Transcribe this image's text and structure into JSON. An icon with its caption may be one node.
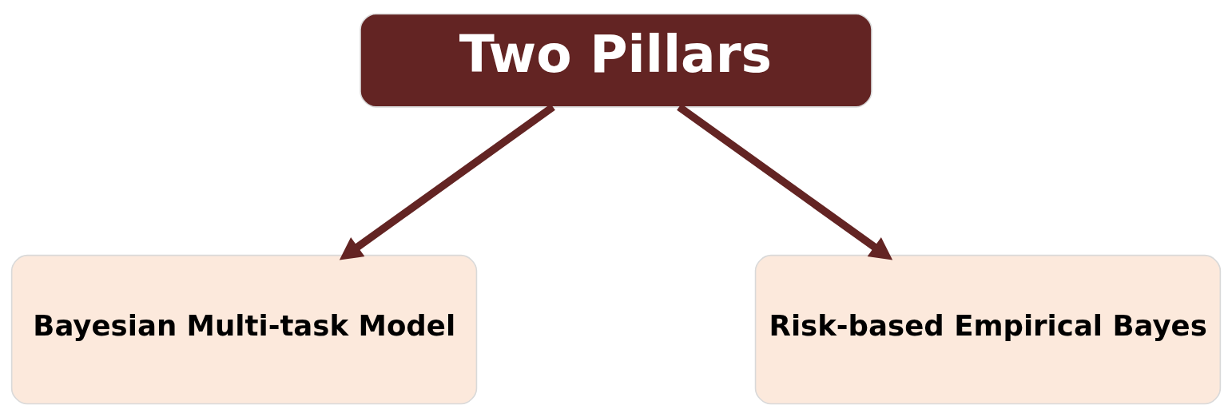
{
  "diagram": {
    "nodes": [
      {
        "text": [
          "Two Pillars"
        ]
      },
      {
        "text": [
          "Bayesian Multi-task Model"
        ]
      },
      {
        "text": [
          "Risk-based Empirical Bayes"
        ]
      }
    ],
    "edges": [
      {
        "from": 0,
        "to": 1,
        "arrow": "to"
      },
      {
        "from": 0,
        "to": 2,
        "arrow": "to"
      }
    ]
  }
}
